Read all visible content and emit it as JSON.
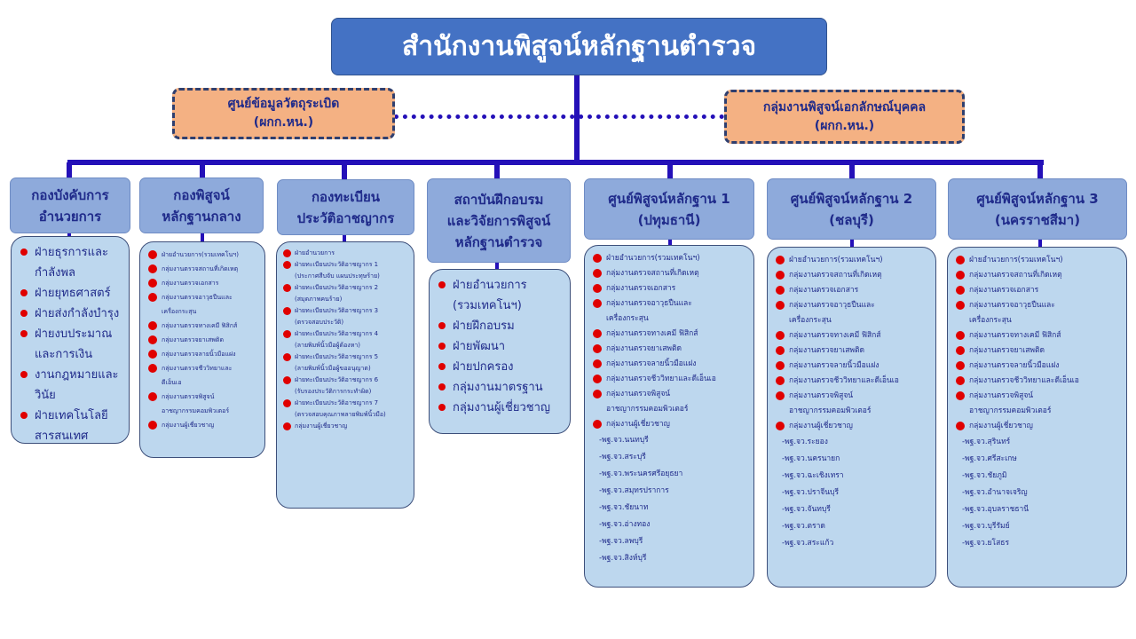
{
  "title": "สำนักงานพิสูจน์หลักฐานตำรวจ",
  "side_left": {
    "line1": "ศูนย์ข้อมูลวัตถุระเบิด",
    "line2": "(ผกก.หน.)"
  },
  "side_right": {
    "line1": "กลุ่มงานพิสูจน์เอกลักษณ์บุคคล",
    "line2": "(ผกก.หน.)"
  },
  "colors": {
    "title": "#4472c4",
    "header": "#8eaadb",
    "list": "#bdd7ee",
    "connector": "#2410b8",
    "bullet": "#e00000",
    "side": "#f4b183"
  },
  "columns": [
    {
      "header": [
        "กองบังคับการ",
        "อำนวยการ"
      ],
      "items": [
        [
          "ฝ่ายธุรการและ",
          "กำลังพล"
        ],
        [
          "ฝ่ายยุทธศาสตร์"
        ],
        [
          "ฝ่ายส่งกำลังบำรุง"
        ],
        [
          "ฝ่ายงบประมาณ",
          "และการเงิน"
        ],
        [
          "งานกฎหมายและ",
          "วินัย"
        ],
        [
          "ฝ่ายเทคโนโลยี",
          "สารสนเทศ"
        ]
      ],
      "subs": []
    },
    {
      "header": [
        "กองพิสูจน์",
        "หลักฐานกลาง"
      ],
      "items": [
        [
          "ฝ่ายอำนวยการ(รวมเทคโนฯ)"
        ],
        [
          "กลุ่มงานตรวจสถานที่เกิดเหตุ"
        ],
        [
          "กลุ่มงานตรวจเอกสาร"
        ],
        [
          "กลุ่มงานตรวจอาวุธปืนและ",
          "เครื่องกระสุน"
        ],
        [
          "กลุ่มงานตรวจทางเคมี ฟิสิกส์"
        ],
        [
          "กลุ่มงานตรวจยาเสพติด"
        ],
        [
          "กลุ่มงานตรวจลายนิ้วมือแฝง"
        ],
        [
          "กลุ่มงานตรวจชีววิทยาและ",
          "ดีเอ็นเอ"
        ],
        [
          "กลุ่มงานตรวจพิสูจน์",
          "อาชญากรรมคอมพิวเตอร์"
        ],
        [
          "กลุ่มงานผู้เชี่ยวชาญ"
        ]
      ],
      "subs": []
    },
    {
      "header": [
        "กองทะเบียน",
        "ประวัติอาชญากร"
      ],
      "items": [
        [
          "ฝ่ายอำนวยการ"
        ],
        [
          "ฝ่ายทะเบียนประวัติอาชญากร 1",
          "(ประกาศสืบจับ แผนประทุษร้าย)"
        ],
        [
          "ฝ่ายทะเบียนประวัติอาชญากร 2",
          "(สมุดภาพคนร้าย)"
        ],
        [
          "ฝ่ายทะเบียนประวัติอาชญากร 3",
          "(ตรวจสอบประวัติ)"
        ],
        [
          "ฝ่ายทะเบียนประวัติอาชญากร 4",
          "(ลายพิมพ์นิ้วมือผู้ต้องหา)"
        ],
        [
          "ฝ่ายทะเบียนประวัติอาชญากร 5",
          "(ลายพิมพ์นิ้วมือผู้ขออนุญาต)"
        ],
        [
          "ฝ่ายทะเบียนประวัติอาชญากร 6",
          "(รับรองประวัติการกระทำผิด)"
        ],
        [
          "ฝ่ายทะเบียนประวัติอาชญากร 7",
          "(ตรวจสอบคุณภาพลายพิมพ์นิ้วมือ)"
        ],
        [
          "กลุ่มงานผู้เชี่ยวชาญ"
        ]
      ],
      "subs": []
    },
    {
      "header": [
        "สถาบันฝึกอบรม",
        "และวิจัยการพิสูจน์",
        "หลักฐานตำรวจ"
      ],
      "items": [
        [
          "ฝ่ายอำนวยการ",
          "(รวมเทคโนฯ)"
        ],
        [
          "ฝ่ายฝึกอบรม"
        ],
        [
          "ฝ่ายพัฒนา"
        ],
        [
          "ฝ่ายปกครอง"
        ],
        [
          "กลุ่มงานมาตรฐาน"
        ],
        [
          "กลุ่มงานผู้เชี่ยวชาญ"
        ]
      ],
      "subs": []
    },
    {
      "header": [
        "ศูนย์พิสูจน์หลักฐาน 1",
        "(ปทุมธานี)"
      ],
      "items": [
        [
          "ฝ่ายอำนวยการ(รวมเทคโนฯ)"
        ],
        [
          "กลุ่มงานตรวจสถานที่เกิดเหตุ"
        ],
        [
          "กลุ่มงานตรวจเอกสาร"
        ],
        [
          "กลุ่มงานตรวจอาวุธปืนและ",
          "เครื่องกระสุน"
        ],
        [
          "กลุ่มงานตรวจทางเคมี ฟิสิกส์"
        ],
        [
          "กลุ่มงานตรวจยาเสพติด"
        ],
        [
          "กลุ่มงานตรวจลายนิ้วมือแฝง"
        ],
        [
          "กลุ่มงานตรวจชีววิทยาและดีเอ็นเอ"
        ],
        [
          "กลุ่มงานตรวจพิสูจน์",
          "อาชญากรรมคอมพิวเตอร์"
        ],
        [
          "กลุ่มงานผู้เชี่ยวชาญ"
        ]
      ],
      "subs": [
        "-พฐ.จว.นนทบุรี",
        "-พฐ.จว.สระบุรี",
        "-พฐ.จว.พระนครศรีอยุธยา",
        "-พฐ.จว.สมุทรปราการ",
        "-พฐ.จว.ชัยนาท",
        "-พฐ.จว.อ่างทอง",
        "-พฐ.จว.ลพบุรี",
        "-พฐ.จว.สิงห์บุรี"
      ]
    },
    {
      "header": [
        "ศูนย์พิสูจน์หลักฐาน 2",
        "(ชลบุรี)"
      ],
      "items": [
        [
          "ฝ่ายอำนวยการ(รวมเทคโนฯ)"
        ],
        [
          "กลุ่มงานตรวจสถานที่เกิดเหตุ"
        ],
        [
          "กลุ่มงานตรวจเอกสาร"
        ],
        [
          "กลุ่มงานตรวจอาวุธปืนและ",
          "เครื่องกระสุน"
        ],
        [
          "กลุ่มงานตรวจทางเคมี ฟิสิกส์"
        ],
        [
          "กลุ่มงานตรวจยาเสพติด"
        ],
        [
          "กลุ่มงานตรวจลายนิ้วมือแฝง"
        ],
        [
          "กลุ่มงานตรวจชีววิทยาและดีเอ็นเอ"
        ],
        [
          "กลุ่มงานตรวจพิสูจน์",
          "อาชญากรรมคอมพิวเตอร์"
        ],
        [
          "กลุ่มงานผู้เชี่ยวชาญ"
        ]
      ],
      "subs": [
        "-พฐ.จว.ระยอง",
        "-พฐ.จว.นครนายก",
        "-พฐ.จว.ฉะเชิงเทรา",
        "-พฐ.จว.ปราจีนบุรี",
        "-พฐ.จว.จันทบุรี",
        "-พฐ.จว.ตราด",
        "-พฐ.จว.สระแก้ว"
      ]
    },
    {
      "header": [
        "ศูนย์พิสูจน์หลักฐาน 3",
        "(นครราชสีมา)"
      ],
      "items": [
        [
          "ฝ่ายอำนวยการ(รวมเทคโนฯ)"
        ],
        [
          "กลุ่มงานตรวจสถานที่เกิดเหตุ"
        ],
        [
          "กลุ่มงานตรวจเอกสาร"
        ],
        [
          "กลุ่มงานตรวจอาวุธปืนและ",
          "เครื่องกระสุน"
        ],
        [
          "กลุ่มงานตรวจทางเคมี ฟิสิกส์"
        ],
        [
          "กลุ่มงานตรวจยาเสพติด"
        ],
        [
          "กลุ่มงานตรวจลายนิ้วมือแฝง"
        ],
        [
          "กลุ่มงานตรวจชีววิทยาและดีเอ็นเอ"
        ],
        [
          "กลุ่มงานตรวจพิสูจน์",
          "อาชญากรรมคอมพิวเตอร์"
        ],
        [
          "กลุ่มงานผู้เชี่ยวชาญ"
        ]
      ],
      "subs": [
        "-พฐ.จว.สุรินทร์",
        "-พฐ.จว.ศรีสะเกษ",
        "-พฐ.จว.ชัยภูมิ",
        "-พฐ.จว.อำนาจเจริญ",
        "-พฐ.จว.อุบลราชธานี",
        "-พฐ.จว.บุรีรัมย์",
        "-พฐ.จว.ยโสธร"
      ]
    }
  ]
}
